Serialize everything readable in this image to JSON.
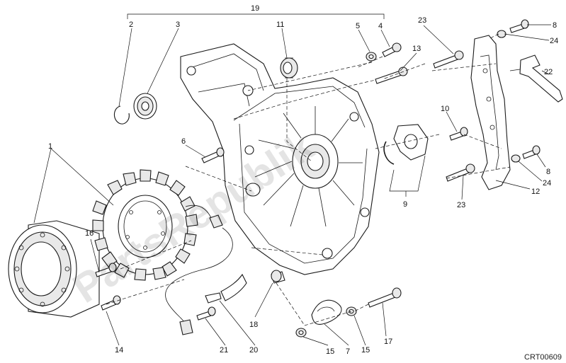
{
  "callouts": {
    "c1": "1",
    "c2": "2",
    "c3": "3",
    "c4": "4",
    "c5": "5",
    "c6": "6",
    "c7": "7",
    "c8a": "8",
    "c8b": "8",
    "c9": "9",
    "c10": "10",
    "c11": "11",
    "c12": "12",
    "c13": "13",
    "c14": "14",
    "c15a": "15",
    "c15b": "15",
    "c16": "16",
    "c17": "17",
    "c18": "18",
    "c19": "19",
    "c20": "20",
    "c21": "21",
    "c22": "22",
    "c23a": "23",
    "c23b": "23",
    "c24a": "24",
    "c24b": "24"
  },
  "watermark": "PartsRepublik",
  "reference_code": "CRT00609"
}
